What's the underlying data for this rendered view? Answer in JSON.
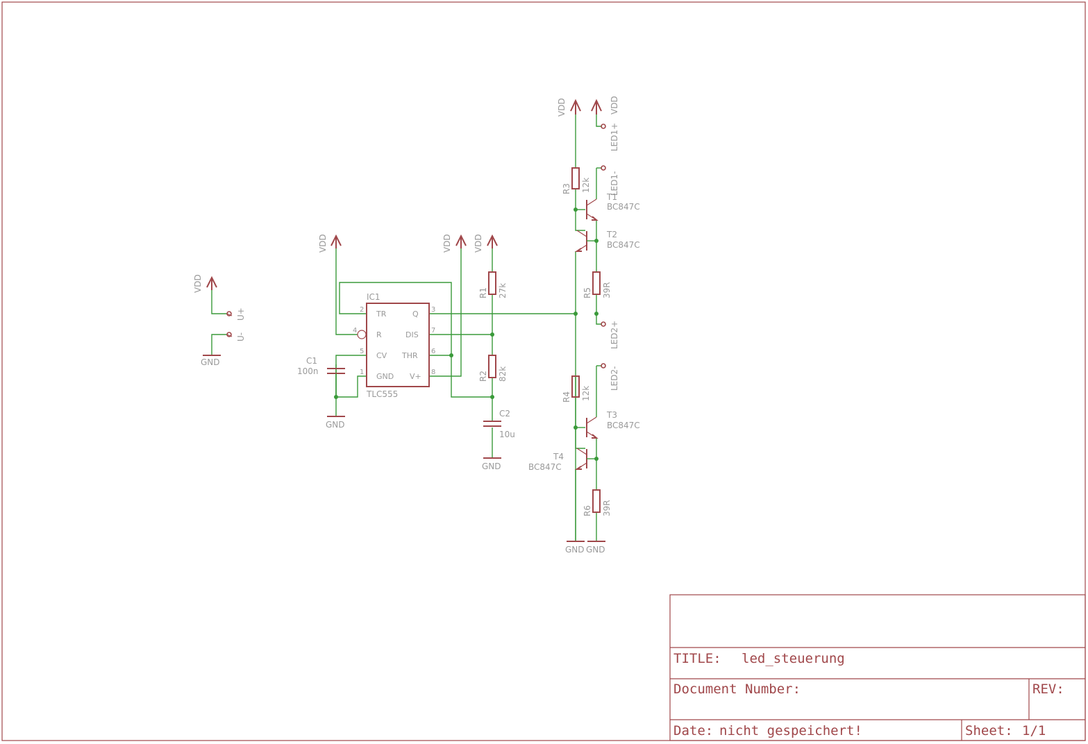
{
  "title_block": {
    "title_label": "TITLE:",
    "title_value": "led_steuerung",
    "doc_number_label": "Document Number:",
    "rev_label": "REV:",
    "date_label": "Date:",
    "date_value": "nicht gespeichert!",
    "sheet_label": "Sheet:",
    "sheet_value": "1/1"
  },
  "supply": {
    "vdd": "VDD",
    "gnd": "GND",
    "u_plus": "U+",
    "u_minus": "U-"
  },
  "led_pads": {
    "led1_plus": "LED1+",
    "led1_minus": "LED1-",
    "led2_plus": "LED2+",
    "led2_minus": "LED2-"
  },
  "ic1": {
    "name": "IC1",
    "value": "TLC555",
    "pins": [
      {
        "num": "2",
        "name": "TR"
      },
      {
        "num": "4",
        "name": "R"
      },
      {
        "num": "5",
        "name": "CV"
      },
      {
        "num": "1",
        "name": "GND"
      },
      {
        "num": "3",
        "name": "Q"
      },
      {
        "num": "7",
        "name": "DIS"
      },
      {
        "num": "6",
        "name": "THR"
      },
      {
        "num": "8",
        "name": "V+"
      }
    ]
  },
  "components": {
    "R1": {
      "name": "R1",
      "value": "27k"
    },
    "R2": {
      "name": "R2",
      "value": "82k"
    },
    "R3": {
      "name": "R3",
      "value": "12k"
    },
    "R4": {
      "name": "R4",
      "value": "12k"
    },
    "R5": {
      "name": "R5",
      "value": "39R"
    },
    "R6": {
      "name": "R6",
      "value": "39R"
    },
    "C1": {
      "name": "C1",
      "value": "100n"
    },
    "C2": {
      "name": "C2",
      "value": "10u"
    },
    "T1": {
      "name": "T1",
      "value": "BC847C"
    },
    "T2": {
      "name": "T2",
      "value": "BC847C"
    },
    "T3": {
      "name": "T3",
      "value": "BC847C"
    },
    "T4": {
      "name": "T4",
      "value": "BC847C"
    }
  }
}
